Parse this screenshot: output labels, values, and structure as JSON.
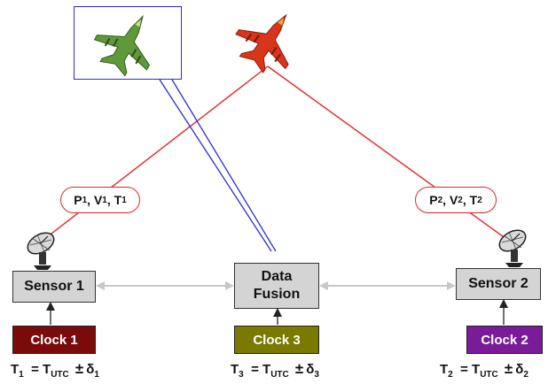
{
  "nodes": {
    "sensor1": "Sensor 1",
    "sensor2": "Sensor 2",
    "fusion_line1": "Data",
    "fusion_line2": "Fusion",
    "clock1": "Clock 1",
    "clock2": "Clock 2",
    "clock3": "Clock 3"
  },
  "labels": {
    "left": {
      "p": "P",
      "ps": "1",
      "v": "V",
      "vs": "1",
      "t": "T",
      "ts": "1"
    },
    "right": {
      "p": "P",
      "ps": "2",
      "v": "V",
      "vs": "2",
      "t": "T",
      "ts": "2"
    }
  },
  "equations": {
    "e1": {
      "lhs": "T",
      "lhs_sub": "1",
      "rhs": "T",
      "rhs_sub": "UTC",
      "pm": "±",
      "d": "δ",
      "d_sub": "1"
    },
    "e3": {
      "lhs": "T",
      "lhs_sub": "3",
      "rhs": "T",
      "rhs_sub": "UTC",
      "pm": "±",
      "d": "δ",
      "d_sub": "3"
    },
    "e2": {
      "lhs": "T",
      "lhs_sub": "2",
      "rhs": "T",
      "rhs_sub": "UTC",
      "pm": "±",
      "d": "δ",
      "d_sub": "2"
    }
  },
  "colors": {
    "clock1": "#7b0a0a",
    "clock2": "#7a1b99",
    "clock3": "#7a7a00",
    "red_link": "#e0262a",
    "blue_link": "#2b2bd6",
    "gray_arrow": "#c7c7c7",
    "sensor_fill": "#d4d4d4",
    "jet_green": "#5f9a3a",
    "jet_red": "#d8361a"
  },
  "icons": {
    "aircraft_left": "fighter-jet-green-icon",
    "aircraft_right": "fighter-jet-red-icon",
    "antenna_left": "radar-dish-icon",
    "antenna_right": "radar-dish-icon"
  }
}
